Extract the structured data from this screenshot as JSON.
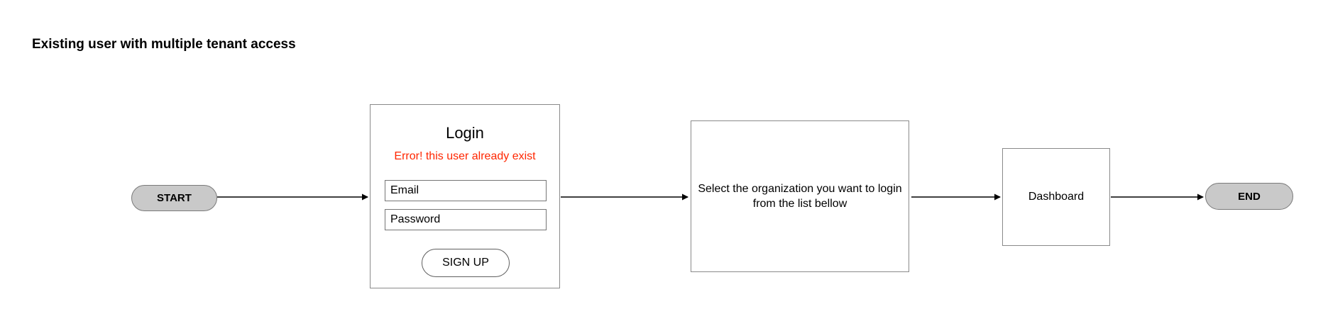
{
  "page": {
    "title": "Existing user with multiple tenant access"
  },
  "flow": {
    "start": {
      "label": "START"
    },
    "login": {
      "title": "Login",
      "error": "Error! this user already exist",
      "email_value": "Email",
      "password_value": "Password",
      "signup_label": "SIGN UP"
    },
    "org_select": {
      "text_lines": [
        "Select the organization you want to login",
        "from the list bellow"
      ]
    },
    "dashboard": {
      "label": "Dashboard"
    },
    "end": {
      "label": "END"
    }
  },
  "colors": {
    "terminal_fill": "#c9c9c9",
    "terminal_border": "#7a7a7a",
    "box_border": "#8a8a8a",
    "field_border": "#757575",
    "error_color": "#ff2600",
    "arrow_color": "#000000"
  }
}
